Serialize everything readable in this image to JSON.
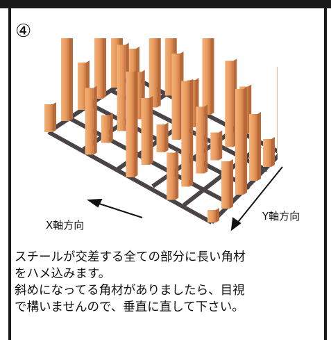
{
  "step": {
    "number": "④"
  },
  "labels": {
    "x_axis": "X軸方向",
    "y_axis": "Y軸方向"
  },
  "instructions": [
    "スチールが交差する全ての部分に長い角材",
    "をハメ込みます。",
    "斜めになってる角材がありましたら、目視",
    "で構いませんので、垂直に直して下さい。"
  ],
  "colors": {
    "wood": "#e89a5c",
    "wood_dark": "#b8693a",
    "steel": "#4a4446"
  }
}
